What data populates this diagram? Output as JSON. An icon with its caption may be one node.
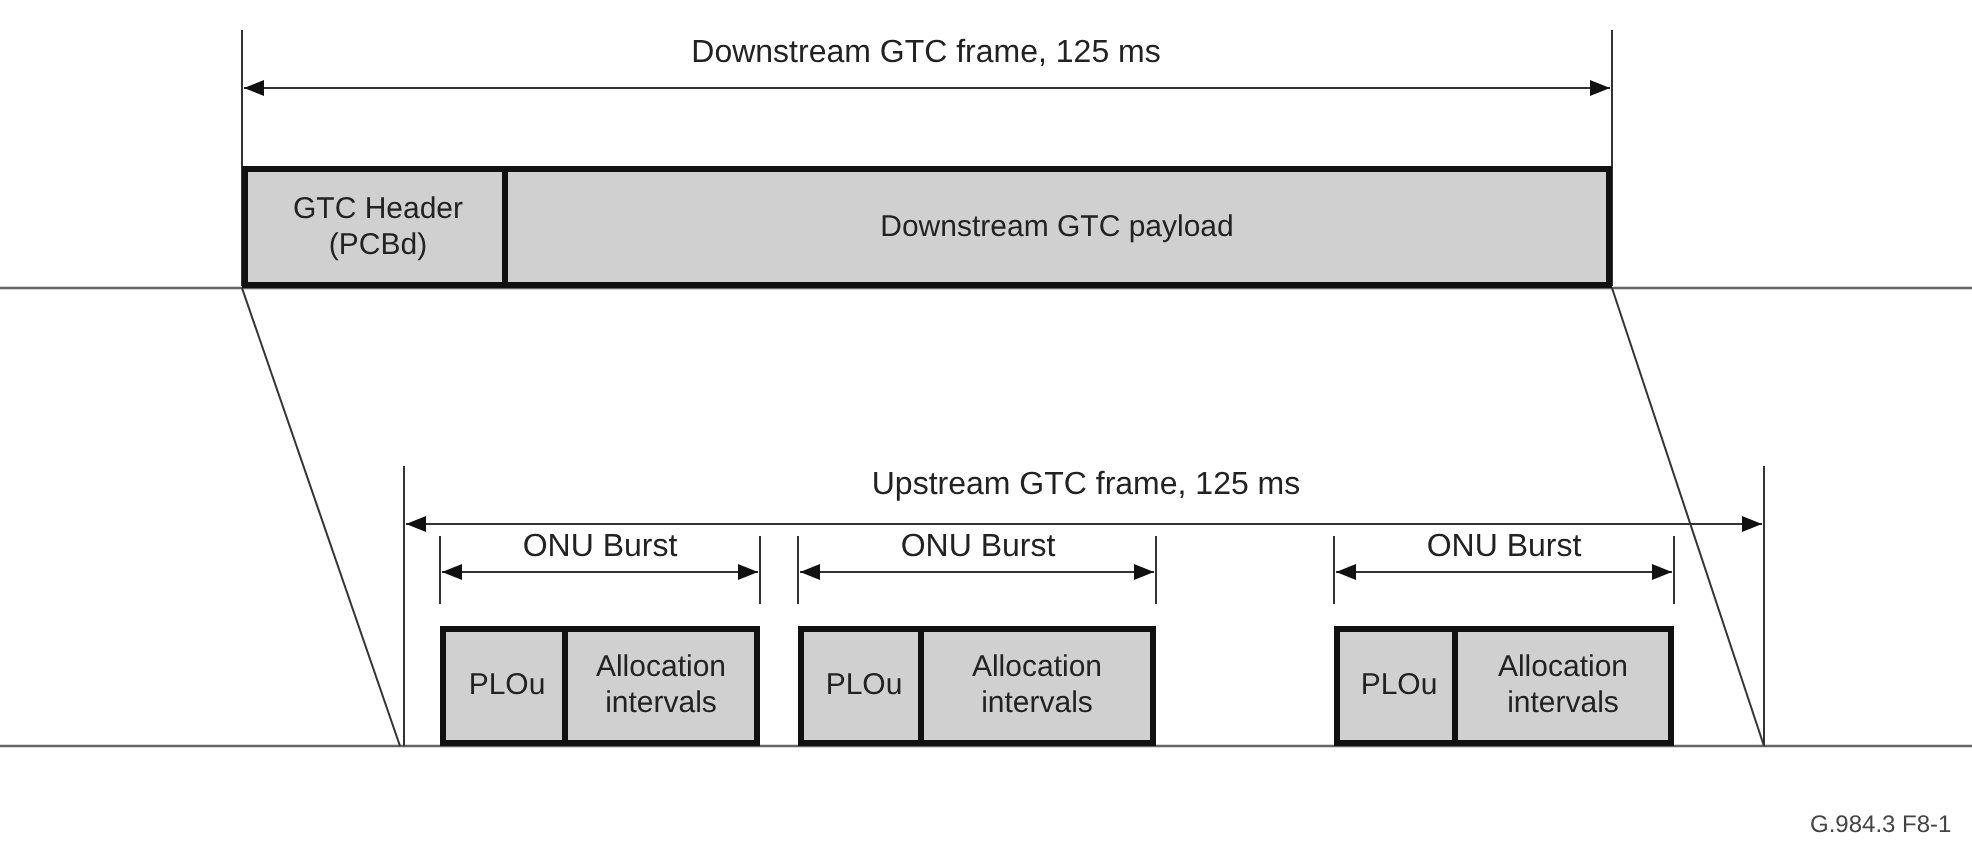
{
  "diagram": {
    "nodes": [
      {
        "text": [
          "GTC Header (PCBd)"
        ]
      },
      {
        "text": [
          "Downstream GTC payload"
        ]
      },
      {
        "text": [
          "PLOu"
        ]
      },
      {
        "text": [
          "Allocation intervals"
        ]
      },
      {
        "text": [
          "PLOu"
        ]
      },
      {
        "text": [
          "Allocation intervals"
        ]
      },
      {
        "text": [
          "PLOu"
        ]
      },
      {
        "text": [
          "Allocation intervals"
        ]
      }
    ],
    "labels": [
      "Downstream GTC frame, 125 ms",
      "Upstream GTC frame, 125 ms",
      "ONU Burst",
      "ONU Burst",
      "ONU Burst",
      "G.984.3 F8-1"
    ]
  }
}
